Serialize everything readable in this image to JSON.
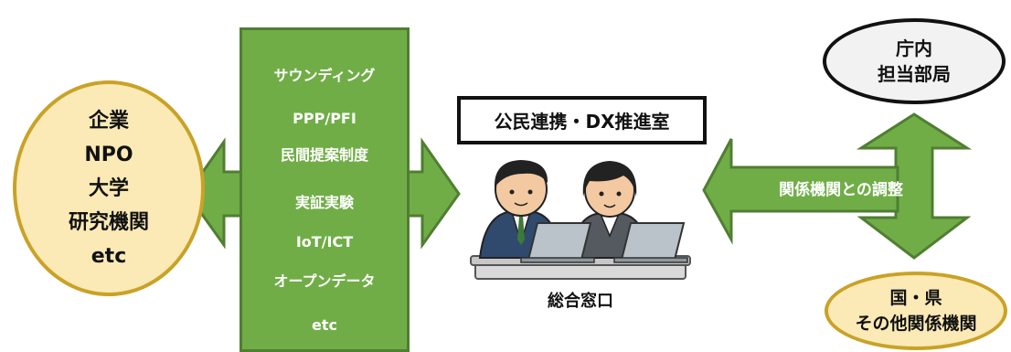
{
  "left_group": {
    "lines": [
      "企業",
      "NPO",
      "大学",
      "研究機関",
      "etc"
    ]
  },
  "green_panel": {
    "items": [
      "サウンディング",
      "PPP/PFI",
      "民間提案制度",
      "実証実験",
      "IoT/ICT",
      "オープンデータ",
      "etc"
    ]
  },
  "center": {
    "title": "公民連携・DX推進室",
    "caption": "総合窓口"
  },
  "right_top": {
    "lines": [
      "庁内",
      "担当部局"
    ]
  },
  "right_bottom": {
    "lines": [
      "国・県",
      "その他関係機関"
    ]
  },
  "right_arrow": {
    "label": "関係機関との調整"
  },
  "colors": {
    "green_fill": "#70ad47",
    "green_border": "#507e32",
    "yellow_fill": "#fbeab5",
    "yellow_border": "#c9a227",
    "gray_fill": "#f2f2f2"
  }
}
